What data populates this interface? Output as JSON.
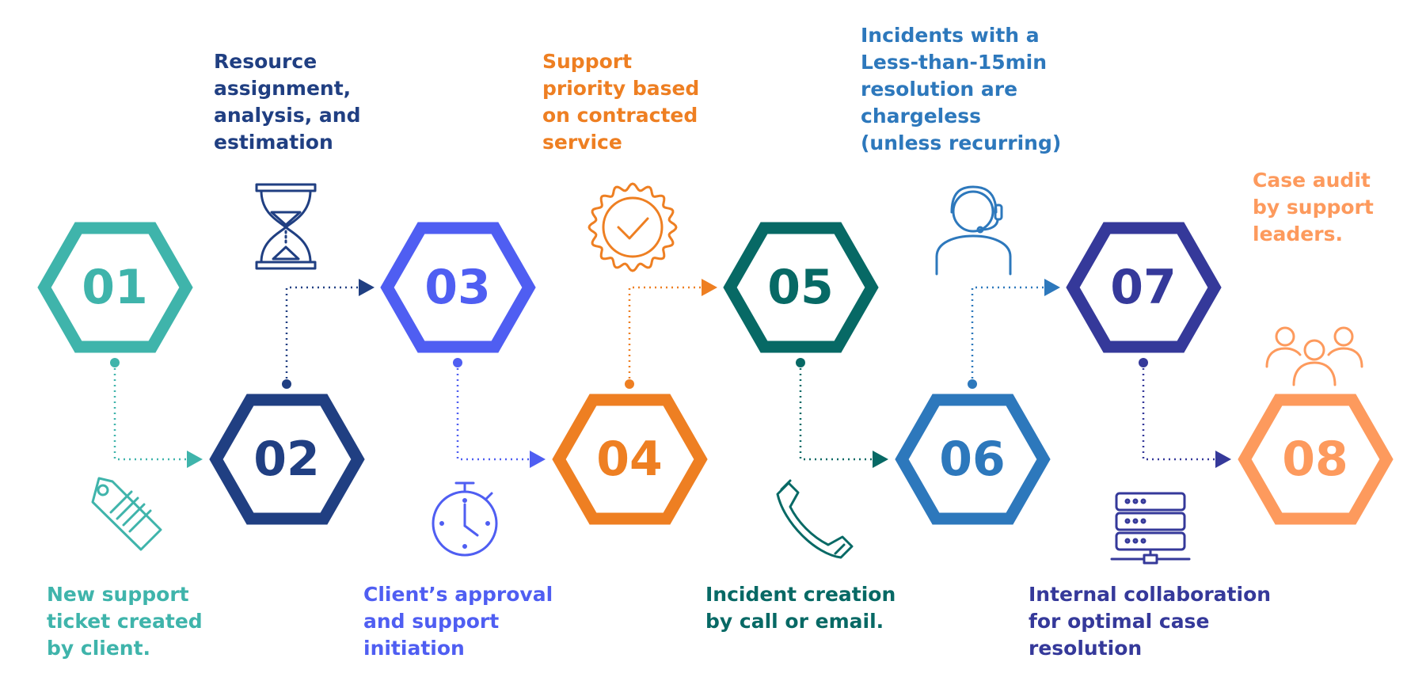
{
  "steps": [
    {
      "number": "01",
      "color": "#3fb4ab",
      "text": [
        "New support",
        "ticket created",
        "by client."
      ],
      "icon": "tag-icon"
    },
    {
      "number": "02",
      "color": "#203f82",
      "text": [
        "Resource",
        "assignment,",
        "analysis, and",
        "estimation"
      ],
      "icon": "hourglass-icon"
    },
    {
      "number": "03",
      "color": "#4f5ef2",
      "text": [
        "Client’s approval",
        "and support",
        "initiation"
      ],
      "icon": "stopwatch-icon"
    },
    {
      "number": "04",
      "color": "#ee7f22",
      "text": [
        "Support",
        "priority based",
        "on contracted",
        "service"
      ],
      "icon": "badge-check-icon"
    },
    {
      "number": "05",
      "color": "#076965",
      "text": [
        "Incident creation",
        "by call or email."
      ],
      "icon": "phone-icon"
    },
    {
      "number": "06",
      "color": "#2d78bc",
      "text": [
        "Incidents with a",
        "Less-than-15min",
        "resolution are",
        "chargeless",
        "(unless recurring)"
      ],
      "icon": "headset-agent-icon"
    },
    {
      "number": "07",
      "color": "#35399a",
      "text": [
        "Internal collaboration",
        "for optimal case",
        "resolution"
      ],
      "icon": "server-network-icon"
    },
    {
      "number": "08",
      "color": "#fd9a5d",
      "text": [
        "Case audit",
        "by support",
        "leaders."
      ],
      "icon": "team-group-icon"
    }
  ]
}
